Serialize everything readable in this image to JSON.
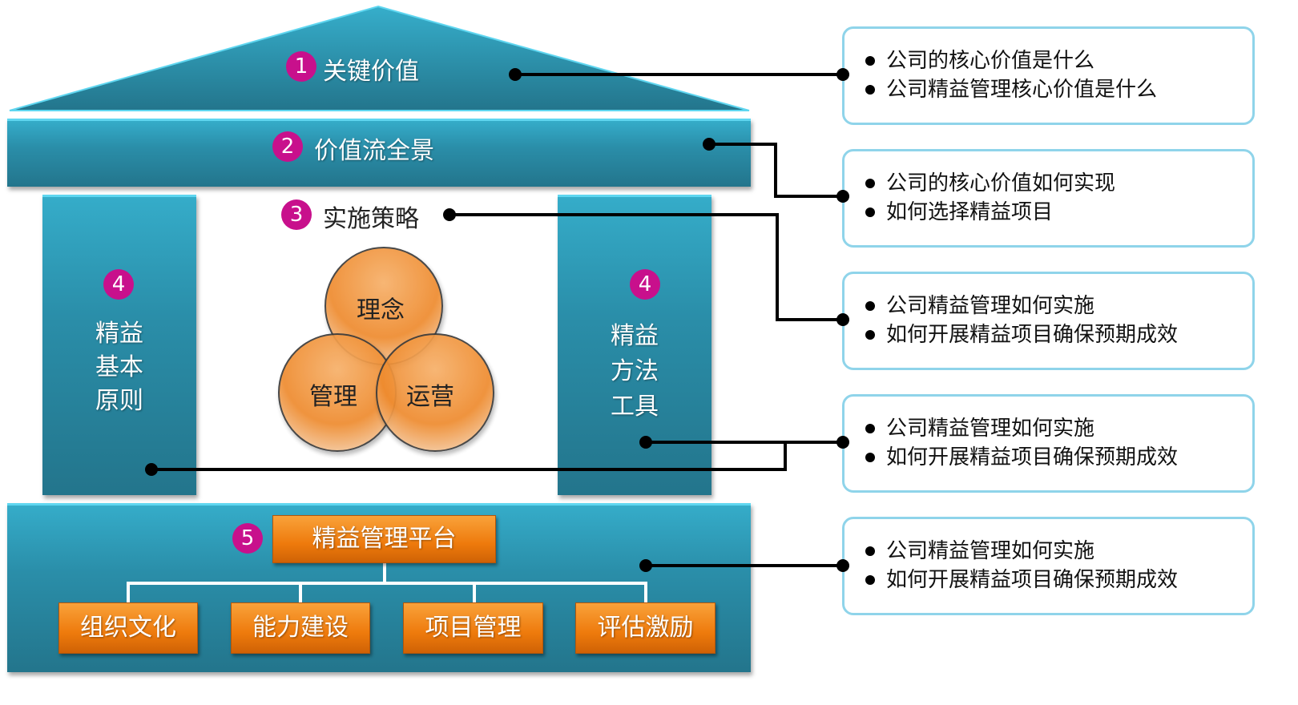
{
  "house": {
    "roof": {
      "number": "1",
      "label": "关键价值"
    },
    "beam": {
      "number": "2",
      "label": "价值流全景"
    },
    "strategy": {
      "number": "3",
      "label": "实施策略",
      "circles": [
        "理念",
        "管理",
        "运营"
      ]
    },
    "left_pillar": {
      "number": "4",
      "lines": [
        "精益",
        "基本",
        "原则"
      ]
    },
    "right_pillar": {
      "number": "4",
      "lines": [
        "精益",
        "方法",
        "工具"
      ]
    },
    "base": {
      "number": "5",
      "platform": "精益管理平台",
      "items": [
        "组织文化",
        "能力建设",
        "项目管理",
        "评估激励"
      ]
    }
  },
  "questions": [
    [
      "公司的核心价值是什么",
      "公司精益管理核心价值是什么"
    ],
    [
      "公司的核心价值如何实现",
      "如何选择精益项目"
    ],
    [
      "公司精益管理如何实施",
      "如何开展精益项目确保预期成效"
    ],
    [
      "公司精益管理如何实施",
      "如何开展精益项目确保预期成效"
    ],
    [
      "公司精益管理如何实施",
      "如何开展精益项目确保预期成效"
    ]
  ],
  "colors": {
    "teal": "#2a8ea9",
    "orange": "#ee7a0c",
    "badge": "#c8108c"
  }
}
